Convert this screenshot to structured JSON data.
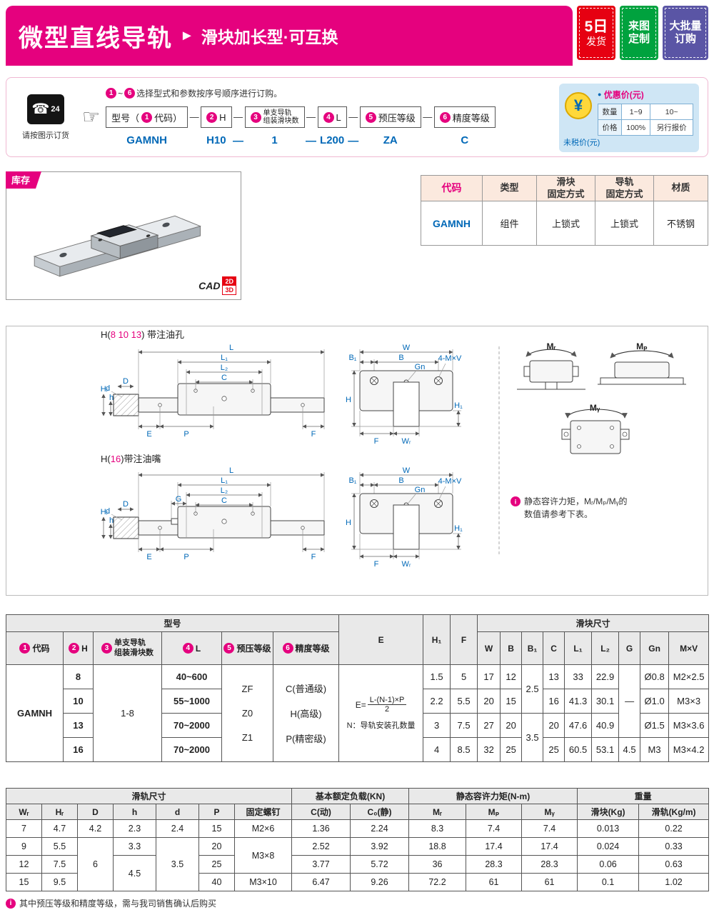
{
  "page": {
    "accent_magenta": "#e5017e",
    "accent_blue": "#0068b7"
  },
  "header": {
    "title": "微型直线导轨",
    "arrow": "►",
    "subtitle": "滑块加长型·可互换",
    "badges": [
      {
        "line1": "5日",
        "line2": "发货",
        "color": "#e60012"
      },
      {
        "line1": "来图",
        "line2": "定制",
        "color": "#00a23e"
      },
      {
        "line1": "大批量",
        "line2": "订购",
        "color": "#5a55a5"
      }
    ]
  },
  "order": {
    "phone_icon": "☎",
    "phone_sub": "24",
    "phone_label": "请按图示订货",
    "hand_icon": "☞",
    "inst_c1": "1",
    "inst_tilde": "~",
    "inst_c2": "6",
    "inst_text": "选择型式和参数按序号顺序进行订购。",
    "dash": "—",
    "fields": [
      {
        "num": "1",
        "pre": "型号（",
        "label": "代码）",
        "value": "GAMNH"
      },
      {
        "num": "2",
        "label": "H",
        "value": "H10"
      },
      {
        "num": "3",
        "label1": "单支导轨",
        "label2": "组装滑块数",
        "value": "1"
      },
      {
        "num": "4",
        "label": "L",
        "value": "L200"
      },
      {
        "num": "5",
        "label": "预压等级",
        "value": "ZA"
      },
      {
        "num": "6",
        "label": "精度等级",
        "value": "C"
      }
    ],
    "price": {
      "bullet": "●",
      "title": "优惠价(元)",
      "yen": "¥",
      "qty_label": "数量",
      "qty1": "1~9",
      "qty2": "10~",
      "price_label": "价格",
      "price1": "100%",
      "price2": "另行报价",
      "note": "未税价(元)"
    }
  },
  "stock": {
    "label": "库存",
    "cad": "CAD",
    "cad2d": "2D",
    "cad3d": "3D"
  },
  "spec": {
    "headers": [
      {
        "l1": "代码",
        "l2": ""
      },
      {
        "l1": "类型",
        "l2": ""
      },
      {
        "l1": "滑块",
        "l2": "固定方式"
      },
      {
        "l1": "导轨",
        "l2": "固定方式"
      },
      {
        "l1": "材质",
        "l2": ""
      }
    ],
    "row": [
      "GAMNH",
      "组件",
      "上锁式",
      "上锁式",
      "不锈钢"
    ]
  },
  "drawings": {
    "cap1_pre": "H(",
    "cap1_nums": "8 10 13",
    "cap1_post": ") 带注油孔",
    "cap2_pre": "H(",
    "cap2_nums": "16",
    "cap2_post": ")带注油嘴",
    "note_icon": "i",
    "note_line1": "静态容许力矩，Mᵣ/Mₚ/Mᵧ的",
    "note_line2": "数值请参考下表。",
    "dims": {
      "L": "L",
      "L1": "L₁",
      "L2": "L₂",
      "C": "C",
      "D": "D",
      "d": "d",
      "HR": "Hᵣ",
      "h": "h",
      "E": "E",
      "P": "P",
      "F": "F",
      "G": "G",
      "W": "W",
      "B": "B",
      "B1": "B₁",
      "Gn": "Gn",
      "MV": "4-M×V",
      "H": "H",
      "H1": "H₁",
      "WR": "Wᵣ",
      "MR": "Mᵣ",
      "MP": "Mₚ",
      "MY": "Mᵧ"
    }
  },
  "main": {
    "group_model": "型号",
    "group_block": "滑块尺寸",
    "h_code_num": "1",
    "h_code": "代码",
    "h_h_num": "2",
    "h_h": "H",
    "h_n_num": "3",
    "h_n1": "单支导轨",
    "h_n2": "组装滑块数",
    "h_l_num": "4",
    "h_l": "L",
    "h_pre_num": "5",
    "h_pre": "预压等级",
    "h_acc_num": "6",
    "h_acc": "精度等级",
    "h_e": "E",
    "h_h1": "H₁",
    "h_f": "F",
    "cols": [
      "W",
      "B",
      "B₁",
      "C",
      "L₁",
      "L₂",
      "G",
      "Gn",
      "M×V"
    ],
    "code": "GAMNH",
    "n_value": "1-8",
    "preload": [
      "ZF",
      "Z0",
      "Z1"
    ],
    "accuracy": [
      "C(普通级)",
      "H(高级)",
      "P(精密级)"
    ],
    "e_prefix": "E=",
    "e_num": "L-(N-1)×P",
    "e_den": "2",
    "e_note": "N：导轨安装孔数量",
    "b1": [
      "2.5",
      "3.5"
    ],
    "g": [
      "—",
      "4.5"
    ],
    "rows": [
      {
        "h": "8",
        "l": "40~600",
        "h1": "1.5",
        "f": "5",
        "w": "17",
        "b": "12",
        "c": "13",
        "l1": "33",
        "l2": "22.9",
        "gn": "Ø0.8",
        "mv": "M2×2.5"
      },
      {
        "h": "10",
        "l": "55~1000",
        "h1": "2.2",
        "f": "5.5",
        "w": "20",
        "b": "15",
        "c": "16",
        "l1": "41.3",
        "l2": "30.1",
        "gn": "Ø1.0",
        "mv": "M3×3"
      },
      {
        "h": "13",
        "l": "70~2000",
        "h1": "3",
        "f": "7.5",
        "w": "27",
        "b": "20",
        "c": "20",
        "l1": "47.6",
        "l2": "40.9",
        "gn": "Ø1.5",
        "mv": "M3×3.6"
      },
      {
        "h": "16",
        "l": "70~2000",
        "h1": "4",
        "f": "8.5",
        "w": "32",
        "b": "25",
        "c": "25",
        "l1": "60.5",
        "l2": "53.1",
        "gn": "M3",
        "mv": "M3×4.2"
      }
    ]
  },
  "rail": {
    "groups": [
      "滑轨尺寸",
      "基本额定负载(KN)",
      "静态容许力矩(N-m)",
      "重量"
    ],
    "headers": [
      "Wᵣ",
      "Hᵣ",
      "D",
      "h",
      "d",
      "P",
      "固定螺钉",
      "C(动)",
      "C₀(静)",
      "Mᵣ",
      "Mₚ",
      "Mᵧ",
      "滑块(Kg)",
      "滑轨(Kg/m)"
    ],
    "r1": [
      "7",
      "4.7",
      "4.2",
      "2.3",
      "2.4",
      "15",
      "M2×6",
      "1.36",
      "2.24",
      "8.3",
      "7.4",
      "7.4",
      "0.013",
      "0.22"
    ],
    "r2": [
      "9",
      "5.5",
      "6",
      "3.3",
      "3.5",
      "20",
      "M3×8",
      "2.52",
      "3.92",
      "18.8",
      "17.4",
      "17.4",
      "0.024",
      "0.33"
    ],
    "r3": [
      "12",
      "7.5",
      "4.5",
      "25",
      "3.77",
      "5.72",
      "36",
      "28.3",
      "28.3",
      "0.06",
      "0.63"
    ],
    "r4": [
      "15",
      "9.5",
      "40",
      "M3×10",
      "6.47",
      "9.26",
      "72.2",
      "61",
      "61",
      "0.1",
      "1.02"
    ]
  },
  "footer": {
    "icon": "i",
    "text": "其中预压等级和精度等级，需与我司销售确认后购买"
  }
}
